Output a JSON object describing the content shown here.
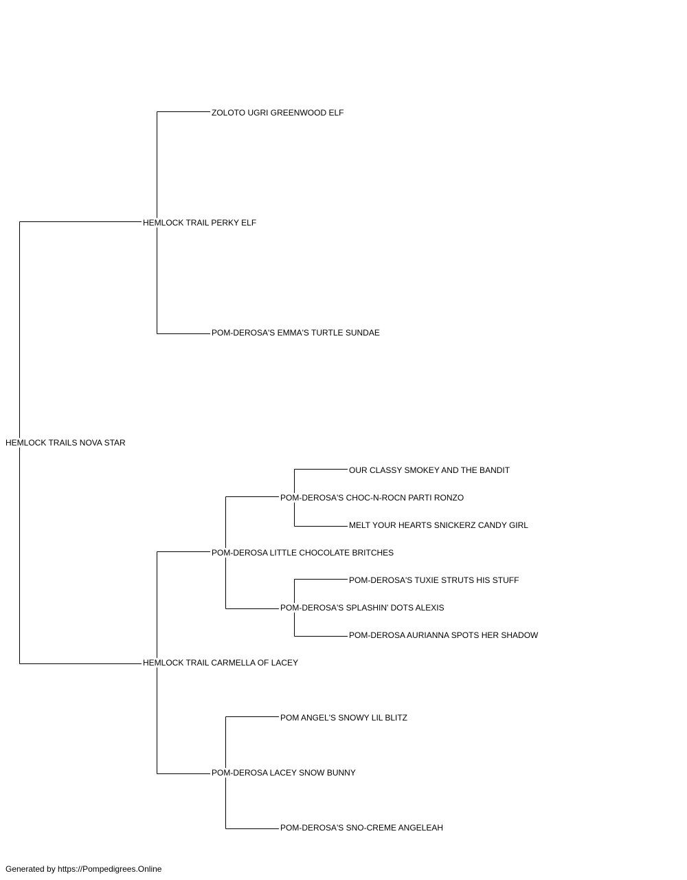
{
  "pedigree": {
    "subject": "HEMLOCK TRAILS NOVA STAR",
    "sire": "HEMLOCK TRAIL PERKY ELF",
    "dam": "HEMLOCK TRAIL CARMELLA OF LACEY",
    "sire_sire": "ZOLOTO UGRI GREENWOOD ELF",
    "sire_dam": "POM-DEROSA'S EMMA'S TURTLE SUNDAE",
    "dam_sire": "POM-DEROSA LITTLE CHOCOLATE BRITCHES",
    "dam_dam": "POM-DEROSA LACEY SNOW BUNNY",
    "dam_sire_sire": "POM-DEROSA'S CHOC-N-ROCN PARTI RONZO",
    "dam_sire_dam": "POM-DEROSA'S SPLASHIN' DOTS ALEXIS",
    "dam_dam_sire": "POM ANGEL'S SNOWY LIL BLITZ",
    "dam_dam_dam": "POM-DEROSA'S SNO-CREME ANGELEAH",
    "dam_sire_sire_sire": "OUR CLASSY SMOKEY AND THE BANDIT",
    "dam_sire_sire_dam": "MELT YOUR HEARTS SNICKERZ CANDY GIRL",
    "dam_sire_dam_sire": "POM-DEROSA'S TUXIE STRUTS HIS STUFF",
    "dam_sire_dam_dam": "POM-DEROSA AURIANNA SPOTS HER SHADOW"
  },
  "footer": {
    "text": "Generated by https://Pompedigrees.Online"
  },
  "colors": {
    "line": "#000000",
    "text": "#000000",
    "background": "#ffffff"
  }
}
